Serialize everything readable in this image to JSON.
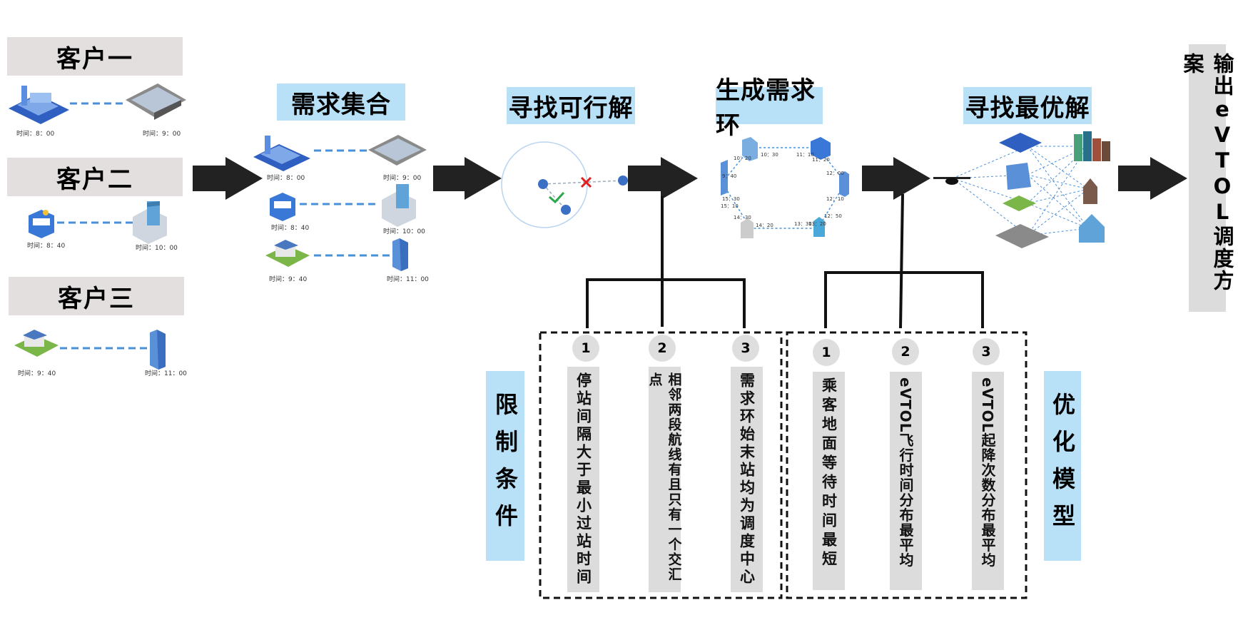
{
  "customers": [
    {
      "title": "客户一",
      "time_a": "时间：8：00",
      "time_b": "时间：9：00"
    },
    {
      "title": "客户二",
      "time_a": "时间：8：40",
      "time_b": "时间：10：00"
    },
    {
      "title": "客户三",
      "time_a": "时间：9：40",
      "time_b": "时间：11：00"
    }
  ],
  "steps": {
    "demand_set": "需求集合",
    "feasible": "寻找可行解",
    "ring": "生成需求环",
    "optimal": "寻找最优解"
  },
  "demand_times": [
    "时间：8：00",
    "时间：9：00",
    "时间：8：40",
    "时间：10：00",
    "时间：9：40",
    "时间：11：00"
  ],
  "ring_times": [
    "10：20",
    "10：30",
    "11：10",
    "11：20",
    "12：00",
    "12：10",
    "12：50",
    "13：20",
    "13：30",
    "14：20",
    "14：30",
    "15：10",
    "15：30",
    "9：40"
  ],
  "constraints": {
    "label": "限制条件",
    "items": [
      {
        "num": "1",
        "text": "停站间隔大于最小过站时间"
      },
      {
        "num": "2",
        "text": "相邻两段航线有且只有一个交汇点"
      },
      {
        "num": "3",
        "text": "需求环始末站均为调度中心"
      }
    ]
  },
  "optimization": {
    "label": "优化模型",
    "items": [
      {
        "num": "1",
        "text": "乘客地面等待时间最短"
      },
      {
        "num": "2",
        "text": "eVTOL飞行时间分布最平均"
      },
      {
        "num": "3",
        "text": "eVTOL起降次数分布最平均"
      }
    ]
  },
  "output": "输出eVTOL调度方案",
  "colors": {
    "title_gray": "#e3dfdf",
    "step_blue": "#b8e0f7",
    "arrow": "#222222",
    "dash_blue": "#4a90d9",
    "node_blue": "#3b6fc4"
  }
}
